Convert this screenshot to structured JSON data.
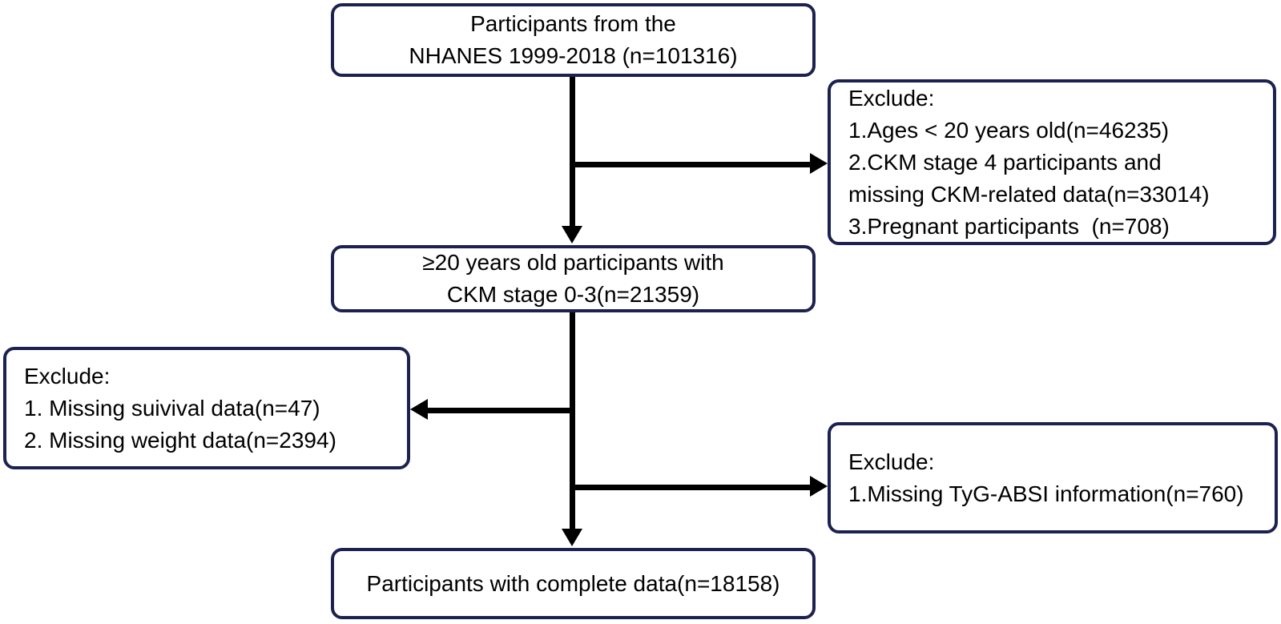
{
  "diagram": {
    "title": "Participant selection flow diagram",
    "accent_color": "#1d2150",
    "connector_color": "#000000",
    "background_color": "#ffffff",
    "nodes": {
      "source": {
        "id": "source",
        "lines": [
          "Participants from the",
          "NHANES 1999-2018 (n=101316)"
        ]
      },
      "exclude_1": {
        "id": "exclude_1",
        "lines": [
          "Exclude:",
          "1.Ages < 20 years old(n=46235)",
          "2.CKM stage 4 participants and",
          "missing CKM-related data(n=33014)",
          "3.Pregnant participants  (n=708)"
        ]
      },
      "stage": {
        "id": "stage",
        "lines": [
          "≥20 years old participants with",
          "CKM stage 0-3(n=21359)"
        ]
      },
      "exclude_2": {
        "id": "exclude_2",
        "lines": [
          "Exclude:",
          "1. Missing suivival data(n=47)",
          "2. Missing weight data(n=2394)"
        ]
      },
      "exclude_3": {
        "id": "exclude_3",
        "lines": [
          "Exclude:",
          "1.Missing TyG-ABSI information(n=760)"
        ]
      },
      "final": {
        "id": "final",
        "lines": [
          "Participants with complete data(n=18158)"
        ]
      }
    },
    "edges": [
      {
        "from": "source",
        "to": "stage",
        "direction": "down"
      },
      {
        "from": "source",
        "to": "exclude_1",
        "direction": "right"
      },
      {
        "from": "stage",
        "to": "final",
        "direction": "down"
      },
      {
        "from": "stage",
        "to": "exclude_2",
        "direction": "left"
      },
      {
        "from": "stage",
        "to": "exclude_3",
        "direction": "right"
      }
    ]
  }
}
